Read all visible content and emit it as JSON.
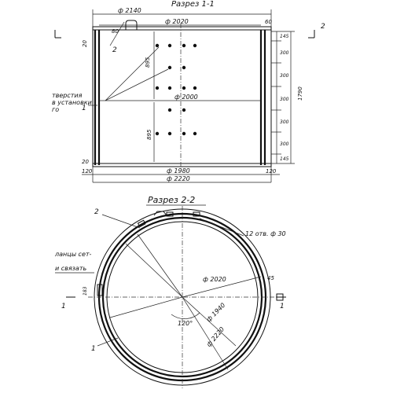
{
  "elevation": {
    "section_label": "Разрез 1-1",
    "cut_mark": "2",
    "dims_top": {
      "d2140": "ф 2140",
      "d2020": "ф 2020",
      "d60": "60",
      "d80": "80",
      "d20_top": "20"
    },
    "d2000": "ф 2000",
    "left_895_top": "895",
    "left_895_bottom": "895",
    "left_20_bottom": "20",
    "bottom_dims": {
      "d120_left": "120",
      "d1980": "ф 1980",
      "d120_right": "120",
      "d2220": "ф 2220"
    },
    "right_dims": [
      "145",
      "300",
      "300",
      "300",
      "300",
      "300",
      "145"
    ],
    "total_height": "1790",
    "callout_2": "2",
    "callout_1": "1",
    "note_lines": [
      "тверстия",
      "в установки",
      "го"
    ]
  },
  "plan": {
    "title": "Разрез 2-2",
    "holes_note": "12 отв. ф 30",
    "callout_2": "2",
    "callout_1": "1",
    "d2020": "ф 2020",
    "d45": "45",
    "d1940": "ф 1940",
    "d2220": "ф 2220",
    "d183": "183",
    "angle": "120°",
    "cut_mark_left": "1",
    "cut_mark_right": "1",
    "left_note_lines": [
      "ланцы сет-",
      "и связать"
    ]
  }
}
